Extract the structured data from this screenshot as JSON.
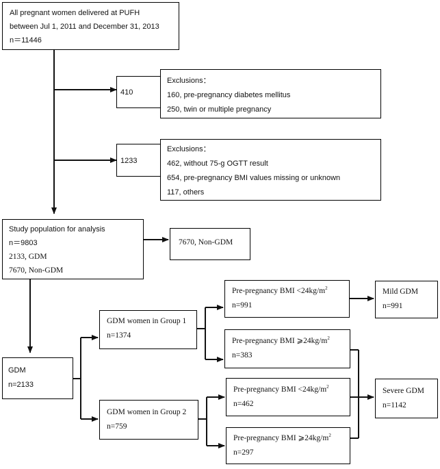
{
  "all_women": {
    "line1": "All pregnant women delivered at PUFH",
    "line2": "between Jul 1, 2011 and December 31, 2013",
    "line3": "n＝11446"
  },
  "excl1": {
    "count": "410",
    "title": "Exclusions：",
    "item1": "160, pre-pregnancy diabetes mellitus",
    "item2": "250, twin or multiple pregnancy"
  },
  "excl2": {
    "count": "1233",
    "title": "Exclusions：",
    "item1": "462, without 75-g OGTT result",
    "item2": "654, pre-pregnancy BMI values missing or unknown",
    "item3": "117, others"
  },
  "study": {
    "line1": "Study population for analysis",
    "line2": "n＝9803",
    "line3": "2133, GDM",
    "line4": "7670, Non-GDM"
  },
  "nongdm": {
    "label": "7670, Non-GDM"
  },
  "gdm": {
    "line1": "GDM",
    "line2": "n=2133"
  },
  "group1": {
    "line1": "GDM women in Group 1",
    "line2": "n=1374"
  },
  "group2": {
    "line1": "GDM women in Group 2",
    "line2": "n=759"
  },
  "bmi_box1": {
    "label": "Pre-pregnancy BMI <24kg/m",
    "sup": "2",
    "n": "n=991"
  },
  "bmi_box2": {
    "label": "Pre-pregnancy BMI  ⩾24kg/m",
    "sup": "2",
    "n": "n=383"
  },
  "bmi_box3": {
    "label": "Pre-pregnancy BMI <24kg/m",
    "sup": "2",
    "n": "n=462"
  },
  "bmi_box4": {
    "label": "Pre-pregnancy BMI  ⩾24kg/m",
    "sup": "2",
    "n": "n=297"
  },
  "mild": {
    "line1": "Mild GDM",
    "line2": "n=991"
  },
  "severe": {
    "line1": "Severe GDM",
    "line2": "n=1142"
  }
}
